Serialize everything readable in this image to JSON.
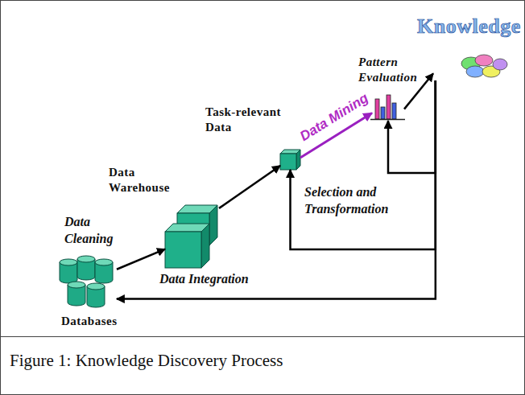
{
  "diagram": {
    "caption": "Figure 1: Knowledge Discovery Process",
    "nodes": [
      {
        "text": [
          "Databases"
        ]
      },
      {
        "text": [
          "Data Warehouse"
        ]
      },
      {
        "text": [
          "Task-relevant Data"
        ]
      },
      {
        "text": [
          "Pattern Evaluation"
        ]
      },
      {
        "text": [
          "Knowledge"
        ]
      }
    ],
    "edges": [
      {
        "from": 0,
        "to": 1,
        "arrow": "to"
      },
      {
        "from": 1,
        "to": 2,
        "arrow": "to"
      },
      {
        "from": 2,
        "to": 3,
        "label": "Data Mining",
        "arrow": "to"
      },
      {
        "from": 3,
        "to": 4,
        "arrow": "to"
      },
      {
        "from": 4,
        "to": 3,
        "arrow": "to"
      },
      {
        "from": 4,
        "to": 2,
        "arrow": "to"
      },
      {
        "from": 4,
        "to": 0,
        "arrow": "to"
      }
    ],
    "labels": [
      "Data Cleaning",
      "Selection and Transformation",
      "Data Integration"
    ]
  }
}
